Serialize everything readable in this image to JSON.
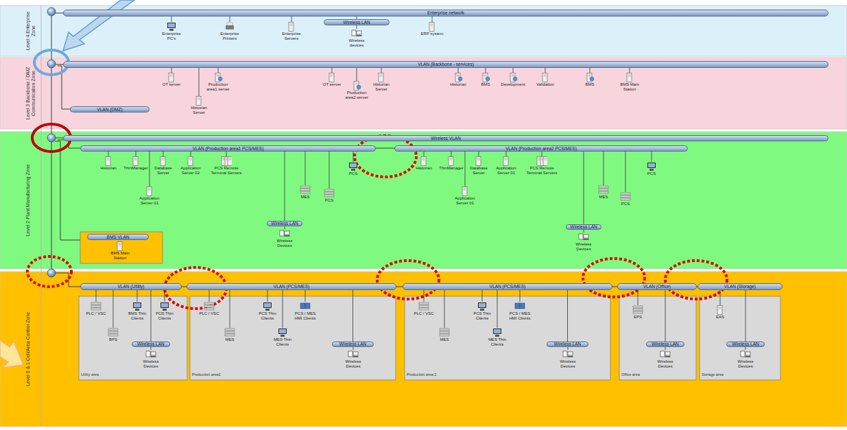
{
  "diagram": {
    "nodes": [
      {
        "text": [
          "Level 4 Enterprise Zone"
        ]
      },
      {
        "text": [
          "Enterprise network"
        ],
        "in": 0
      },
      {
        "text": [
          "Enterprise PC's"
        ],
        "in": 0
      },
      {
        "text": [
          "Enterprise Printers"
        ],
        "in": 0
      },
      {
        "text": [
          "Enterprise Servers"
        ],
        "in": 0
      },
      {
        "text": [
          "Wireless LAN"
        ],
        "in": 0
      },
      {
        "text": [
          "Wireless devices"
        ],
        "in": 0
      },
      {
        "text": [
          "ERP system"
        ],
        "in": 0
      },
      {
        "text": [
          "Level 3 Backbone / DMZ Communication Zone"
        ]
      },
      {
        "text": [
          "VLAN (Backbone - services)"
        ],
        "in": 8
      },
      {
        "text": [
          "VLAN (DMZ)"
        ],
        "in": 8
      },
      {
        "text": [
          "OT server"
        ],
        "in": 8
      },
      {
        "text": [
          "Production area1 server"
        ],
        "in": 8
      },
      {
        "text": [
          "Historian Server"
        ],
        "in": 8
      },
      {
        "text": [
          "OT server"
        ],
        "in": 8
      },
      {
        "text": [
          "Production area2 server"
        ],
        "in": 8
      },
      {
        "text": [
          "Historian Server"
        ],
        "in": 8
      },
      {
        "text": [
          "Historian"
        ],
        "in": 8
      },
      {
        "text": [
          "BMS"
        ],
        "in": 8
      },
      {
        "text": [
          "Development"
        ],
        "in": 8
      },
      {
        "text": [
          "Validation"
        ],
        "in": 8
      },
      {
        "text": [
          "BMS"
        ],
        "in": 8
      },
      {
        "text": [
          "BMS Main Station"
        ],
        "in": 8
      },
      {
        "text": [
          "Level 2 Plant Manufacturing Zone"
        ]
      },
      {
        "text": [
          "Wireless VLAN"
        ],
        "in": 23
      },
      {
        "text": [
          "VLAN (Production area1 PCS/MES)"
        ],
        "in": 23
      },
      {
        "text": [
          "VLAN (Production area2 PCS/MES)"
        ],
        "in": 23
      },
      {
        "text": [
          "Historian"
        ],
        "in": 23
      },
      {
        "text": [
          "ThinManager"
        ],
        "in": 23
      },
      {
        "text": [
          "Database Server"
        ],
        "in": 23
      },
      {
        "text": [
          "Application Server 02"
        ],
        "in": 23
      },
      {
        "text": [
          "Application Server 01"
        ],
        "in": 23
      },
      {
        "text": [
          "PCS Remote Terminal Servers"
        ],
        "in": 23
      },
      {
        "text": [
          "MES"
        ],
        "in": 23
      },
      {
        "text": [
          "PCS"
        ],
        "in": 23
      },
      {
        "text": [
          "PCS"
        ],
        "in": 23
      },
      {
        "text": [
          "Wireless LAN"
        ],
        "in": 23
      },
      {
        "text": [
          "Wireless Devices"
        ],
        "in": 23
      },
      {
        "text": [
          "Historian"
        ],
        "in": 23
      },
      {
        "text": [
          "ThinManager"
        ],
        "in": 23
      },
      {
        "text": [
          "Database Server"
        ],
        "in": 23
      },
      {
        "text": [
          "Application Server 01"
        ],
        "in": 23
      },
      {
        "text": [
          "Application Server 01"
        ],
        "in": 23
      },
      {
        "text": [
          "PCS Remote Terminal Servers"
        ],
        "in": 23
      },
      {
        "text": [
          "MES"
        ],
        "in": 23
      },
      {
        "text": [
          "PCS"
        ],
        "in": 23
      },
      {
        "text": [
          "PCS"
        ],
        "in": 23
      },
      {
        "text": [
          "Wireless LAN"
        ],
        "in": 23
      },
      {
        "text": [
          "Wireless Devices"
        ],
        "in": 23
      },
      {
        "text": [
          "BMS VLAN"
        ],
        "in": 23
      },
      {
        "text": [
          "BMS Main Station"
        ],
        "in": 49
      },
      {
        "text": [
          "Level 0 & 1 Cell/Area Control Zone"
        ]
      },
      {
        "text": [
          "VLAN (Utility)"
        ],
        "in": 51
      },
      {
        "text": [
          "VLAN (PCS/MES)"
        ],
        "in": 51
      },
      {
        "text": [
          "VLAN (PCS/MES)"
        ],
        "in": 51
      },
      {
        "text": [
          "VLAN (Office)"
        ],
        "in": 51
      },
      {
        "text": [
          "VLAN (Storage)"
        ],
        "in": 51
      },
      {
        "text": [
          "Utility area"
        ],
        "in": 51
      },
      {
        "text": [
          "PLC / VSC"
        ],
        "in": 57
      },
      {
        "text": [
          "BPS"
        ],
        "in": 57
      },
      {
        "text": [
          "BMS Thin Clients"
        ],
        "in": 57
      },
      {
        "text": [
          "PCS Thin Clients"
        ],
        "in": 57
      },
      {
        "text": [
          "Wireless LAN"
        ],
        "in": 57
      },
      {
        "text": [
          "Wireless Devices"
        ],
        "in": 57
      },
      {
        "text": [
          "Production area1"
        ],
        "in": 51
      },
      {
        "text": [
          "PLC / VSC"
        ],
        "in": 64
      },
      {
        "text": [
          "MES"
        ],
        "in": 64
      },
      {
        "text": [
          "PCS Thin Clients"
        ],
        "in": 64
      },
      {
        "text": [
          "MES Thin Clients"
        ],
        "in": 64
      },
      {
        "text": [
          "PCS / MES HMI Clients"
        ],
        "in": 64
      },
      {
        "text": [
          "Wireless LAN"
        ],
        "in": 64
      },
      {
        "text": [
          "Wireless Devices"
        ],
        "in": 64
      },
      {
        "text": [
          "Production area 2"
        ],
        "in": 51
      },
      {
        "text": [
          "PLC / VSC"
        ],
        "in": 72
      },
      {
        "text": [
          "MES"
        ],
        "in": 72
      },
      {
        "text": [
          "PCS Thin Clients"
        ],
        "in": 72
      },
      {
        "text": [
          "MES Thin Clients"
        ],
        "in": 72
      },
      {
        "text": [
          "PCS / MES HMI Clients"
        ],
        "in": 72
      },
      {
        "text": [
          "Wireless LAN"
        ],
        "in": 72
      },
      {
        "text": [
          "Wireless Devices"
        ],
        "in": 72
      },
      {
        "text": [
          "Office area"
        ],
        "in": 51
      },
      {
        "text": [
          "EPS"
        ],
        "in": 80
      },
      {
        "text": [
          "Wireless LAN"
        ],
        "in": 80
      },
      {
        "text": [
          "Wireless Devices"
        ],
        "in": 80
      },
      {
        "text": [
          "Storage area"
        ],
        "in": 51
      },
      {
        "text": [
          "EAS"
        ],
        "in": 84
      },
      {
        "text": [
          "Wireless LAN"
        ],
        "in": 84
      },
      {
        "text": [
          "Wireless Devices"
        ],
        "in": 84
      }
    ],
    "edges": [
      {
        "from": 1,
        "to": 2,
        "arrow": "none"
      },
      {
        "from": 1,
        "to": 3,
        "arrow": "none"
      },
      {
        "from": 1,
        "to": 4,
        "arrow": "none"
      },
      {
        "from": 1,
        "to": 5,
        "arrow": "none"
      },
      {
        "from": 5,
        "to": 6,
        "arrow": "none"
      },
      {
        "from": 1,
        "to": 7,
        "arrow": "none"
      },
      {
        "from": 9,
        "to": 11,
        "arrow": "none"
      },
      {
        "from": 9,
        "to": 12,
        "arrow": "none"
      },
      {
        "from": 9,
        "to": 13,
        "arrow": "none"
      },
      {
        "from": 9,
        "to": 14,
        "arrow": "none"
      },
      {
        "from": 9,
        "to": 15,
        "arrow": "none"
      },
      {
        "from": 9,
        "to": 16,
        "arrow": "none"
      },
      {
        "from": 9,
        "to": 17,
        "arrow": "none"
      },
      {
        "from": 9,
        "to": 18,
        "arrow": "none"
      },
      {
        "from": 9,
        "to": 19,
        "arrow": "none"
      },
      {
        "from": 9,
        "to": 20,
        "arrow": "none"
      },
      {
        "from": 9,
        "to": 21,
        "arrow": "none"
      },
      {
        "from": 9,
        "to": 22,
        "arrow": "none"
      },
      {
        "from": 25,
        "to": 27,
        "arrow": "none"
      },
      {
        "from": 25,
        "to": 28,
        "arrow": "none"
      },
      {
        "from": 25,
        "to": 29,
        "arrow": "none"
      },
      {
        "from": 25,
        "to": 30,
        "arrow": "none"
      },
      {
        "from": 25,
        "to": 31,
        "arrow": "none"
      },
      {
        "from": 25,
        "to": 32,
        "arrow": "none"
      },
      {
        "from": 25,
        "to": 33,
        "arrow": "none"
      },
      {
        "from": 25,
        "to": 34,
        "arrow": "none"
      },
      {
        "from": 25,
        "to": 35,
        "arrow": "none"
      },
      {
        "from": 25,
        "to": 36,
        "arrow": "none"
      },
      {
        "from": 36,
        "to": 37,
        "arrow": "none"
      },
      {
        "from": 26,
        "to": 38,
        "arrow": "none"
      },
      {
        "from": 26,
        "to": 39,
        "arrow": "none"
      },
      {
        "from": 26,
        "to": 40,
        "arrow": "none"
      },
      {
        "from": 26,
        "to": 41,
        "arrow": "none"
      },
      {
        "from": 26,
        "to": 42,
        "arrow": "none"
      },
      {
        "from": 26,
        "to": 43,
        "arrow": "none"
      },
      {
        "from": 26,
        "to": 44,
        "arrow": "none"
      },
      {
        "from": 26,
        "to": 45,
        "arrow": "none"
      },
      {
        "from": 26,
        "to": 46,
        "arrow": "none"
      },
      {
        "from": 26,
        "to": 47,
        "arrow": "none"
      },
      {
        "from": 47,
        "to": 48,
        "arrow": "none"
      },
      {
        "from": 52,
        "to": 58,
        "arrow": "none"
      },
      {
        "from": 52,
        "to": 59,
        "arrow": "none"
      },
      {
        "from": 52,
        "to": 60,
        "arrow": "none"
      },
      {
        "from": 52,
        "to": 61,
        "arrow": "none"
      },
      {
        "from": 52,
        "to": 62,
        "arrow": "none"
      },
      {
        "from": 62,
        "to": 63,
        "arrow": "none"
      },
      {
        "from": 53,
        "to": 65,
        "arrow": "none"
      },
      {
        "from": 53,
        "to": 66,
        "arrow": "none"
      },
      {
        "from": 53,
        "to": 67,
        "arrow": "none"
      },
      {
        "from": 53,
        "to": 68,
        "arrow": "none"
      },
      {
        "from": 53,
        "to": 69,
        "arrow": "none"
      },
      {
        "from": 53,
        "to": 70,
        "arrow": "none"
      },
      {
        "from": 70,
        "to": 71,
        "arrow": "none"
      },
      {
        "from": 54,
        "to": 73,
        "arrow": "none"
      },
      {
        "from": 54,
        "to": 74,
        "arrow": "none"
      },
      {
        "from": 54,
        "to": 75,
        "arrow": "none"
      },
      {
        "from": 54,
        "to": 76,
        "arrow": "none"
      },
      {
        "from": 54,
        "to": 77,
        "arrow": "none"
      },
      {
        "from": 54,
        "to": 78,
        "arrow": "none"
      },
      {
        "from": 78,
        "to": 79,
        "arrow": "none"
      },
      {
        "from": 55,
        "to": 81,
        "arrow": "none"
      },
      {
        "from": 55,
        "to": 82,
        "arrow": "none"
      },
      {
        "from": 82,
        "to": 83,
        "arrow": "none"
      },
      {
        "from": 56,
        "to": 85,
        "arrow": "none"
      },
      {
        "from": 56,
        "to": 86,
        "arrow": "none"
      },
      {
        "from": 86,
        "to": 87,
        "arrow": "none"
      }
    ]
  }
}
